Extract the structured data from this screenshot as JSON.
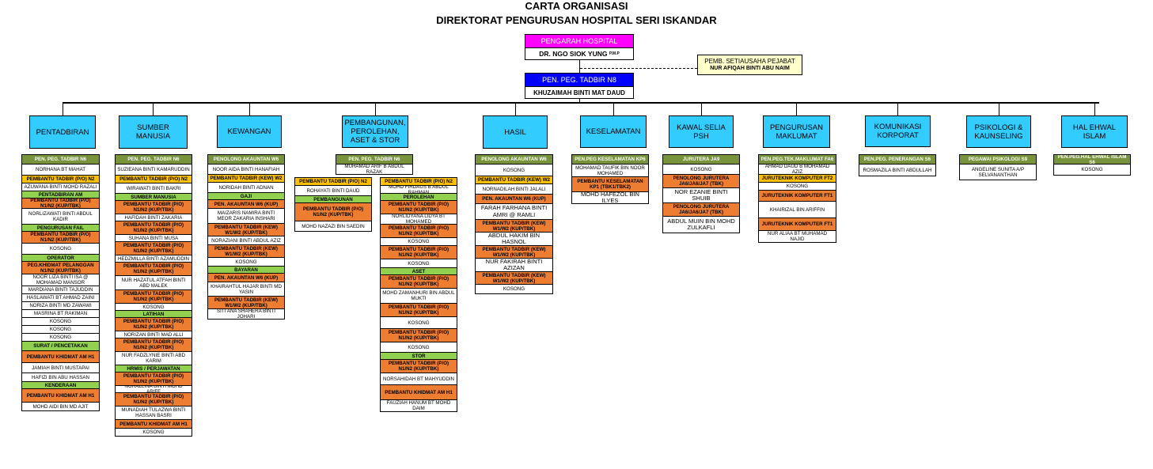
{
  "title": "CARTA ORGANISASI",
  "subtitle": "DIREKTORAT PENGURUSAN HOSPITAL SERI ISKANDAR",
  "top": {
    "director_title": "PENGARAH HOSPITAL",
    "director_name": "DR. NGO SIOK YUNG",
    "director_suffix": "P.M.P",
    "secretary_title": "PEMB. SETIAUSAHA PEJABAT",
    "secretary_name": "NUR AFIQAH BINTI ABU NAIM",
    "admin_title": "PEN. PEG. TADBIR N8",
    "admin_name": "KHUZAIMAH BINTI MAT DAUD"
  },
  "colors": {
    "director": "#ff00ff",
    "admin": "#0000ff",
    "department": "#33ccff",
    "secretary": "#ffffcc",
    "post_dark": "#77933c",
    "post_light": "#92d050",
    "post_yellow": "#ffc000",
    "post_orange": "#ed7d31"
  },
  "departments": [
    {
      "name": "PENTADBIRAN",
      "cells": [
        {
          "t": "PEN. PEG. TADBIR N6",
          "s": "green"
        },
        {
          "t": "NORHANA BT MAHAT",
          "s": "white",
          "h": 15
        },
        {
          "t": "PEMBANTU TADBIR (P/O) N2",
          "s": "yellow"
        },
        {
          "t": "AZUWANA BINTI MOHD RAZALI",
          "s": "white",
          "h": 11
        },
        {
          "t": "PENTADBIRAN AM",
          "s": "lgreen"
        },
        {
          "t": "PEMBANTU TADBIR (P/O) N1/N2 (KUP/TBK)",
          "s": "orange",
          "h": 14
        },
        {
          "t": "NORLIZAWATI BINTI ABDUL KADIR",
          "s": "white",
          "h": 21
        },
        {
          "t": "PENGURUSAN FAIL",
          "s": "lgreen"
        },
        {
          "t": "PEMBANTU TADBIR (P/O) N1/N2 (KUP/TBK)",
          "s": "orange",
          "h": 16
        },
        {
          "t": "KOSONG",
          "s": "white",
          "h": 15
        },
        {
          "t": "OPERATOR",
          "s": "lgreen"
        },
        {
          "t": "PEG.KHIDMAT PELANGGAN N1/N2 (KUP/TBK)",
          "s": "orange",
          "h": 17
        },
        {
          "t": "NOOR LIZA BINTI ISA @ MOHAMAD MANSOR",
          "s": "white",
          "h": 16
        },
        {
          "t": "MARDIANA BINTI TAJUDDIN",
          "s": "white",
          "h": 11
        },
        {
          "t": "HASLAWATI BT AHMAD ZAINI",
          "s": "white",
          "h": 11
        },
        {
          "t": "NORIZA BINTI MD ZAWAWI",
          "s": "white",
          "h": 11
        },
        {
          "t": "MASRINA BT RAKIMAN",
          "s": "white",
          "h": 11
        },
        {
          "t": "KOSONG",
          "s": "white",
          "h": 11
        },
        {
          "t": "KOSONG",
          "s": "white",
          "h": 11
        },
        {
          "t": "KOSONG",
          "s": "white",
          "h": 11
        },
        {
          "t": "SURAT / PENCETAKAN",
          "s": "lgreen",
          "h": 13
        },
        {
          "t": "PEMBANTU KHIDMAT AM H1",
          "s": "orange",
          "h": 16
        },
        {
          "t": "JAMIAH BINTI MUSTAPAI",
          "s": "white",
          "h": 14
        },
        {
          "t": "HAFIZI BIN ABU HASSAN",
          "s": "white",
          "h": 12
        },
        {
          "t": "KENDERAAN",
          "s": "lgreen"
        },
        {
          "t": "PEMBANTU KHIDMAT AM H1",
          "s": "orange",
          "h": 18
        },
        {
          "t": "MOHD AIDI BIN MD AJIT",
          "s": "white",
          "h": 12
        }
      ]
    },
    {
      "name": "SUMBER MANUSIA",
      "cells": [
        {
          "t": "PEN. PEG. TADBIR N6",
          "s": "green"
        },
        {
          "t": "SUZIEANA BINTI KAMARUDDIN",
          "s": "white",
          "h": 15
        },
        {
          "t": "PEMBANTU TADBIR (P/O) N2",
          "s": "yellow"
        },
        {
          "t": "WIRAWATI BINTI BAKRI",
          "s": "white",
          "h": 14
        },
        {
          "t": "SUMBER MANUSIA",
          "s": "lgreen"
        },
        {
          "t": "PEMBANTU TADBIR (P/O) N1/N2 (KUP/TBK)",
          "s": "orange",
          "h": 18
        },
        {
          "t": "HAFIDAH BINTI ZAKARIA",
          "s": "white",
          "h": 10
        },
        {
          "t": "PEMBANTU TADBIR (P/O) N1/N2 (KUP/TBK)",
          "s": "orange",
          "h": 18
        },
        {
          "t": "SUHANA BINTI MUSA",
          "s": "white",
          "h": 10
        },
        {
          "t": "PEMBANTU TADBIR (P/O) N1/N2 (KUP/TBK)",
          "s": "orange",
          "h": 18
        },
        {
          "t": "HEDZMILLA BINTI AZAMUDDIN",
          "s": "white",
          "h": 10
        },
        {
          "t": "PEMBANTU TADBIR (P/O) N1/N2 (KUP/TBK)",
          "s": "orange",
          "h": 18
        },
        {
          "t": "NUR HAZATUL ATFAH BINTI ABD MALEK",
          "s": "white",
          "h": 19
        },
        {
          "t": "PEMBANTU TADBIR (P/O) N1/N2 (KUP/TBK)",
          "s": "orange",
          "h": 18
        },
        {
          "t": "KOSONG",
          "s": "white",
          "h": 10
        },
        {
          "t": "LATIHAN",
          "s": "lgreen"
        },
        {
          "t": "PEMBANTU TADBIR (P/O) N1/N2 (KUP/TBK)",
          "s": "orange",
          "h": 18
        },
        {
          "t": "NORIZAN BINTI MAD ALLI",
          "s": "white",
          "h": 10
        },
        {
          "t": "PEMBANTU TADBIR (P/O) N1/N2 (KUP/TBK)",
          "s": "orange",
          "h": 18
        },
        {
          "t": "NUR FADZLYNIE BINTI ABD KARIM",
          "s": "white",
          "h": 18
        },
        {
          "t": "HRMIS / PERJAWATAN",
          "s": "lgreen"
        },
        {
          "t": "PEMBANTU TADBIR (P/O) N1/N2 (KUP/TBK)",
          "s": "orange",
          "h": 18
        },
        {
          "t": "NORAZLINA BINTI MOHD ARIFF",
          "s": "white",
          "h": 10
        },
        {
          "t": "PEMBANTU TADBIR (P/O) N1/N2 (KUP/TBK)",
          "s": "orange",
          "h": 18
        },
        {
          "t": "MUNADIAH TULAZWA BINTI HASSAN BASRI",
          "s": "white",
          "h": 18
        },
        {
          "t": "PEMBANTU KHIDMAT AM H1",
          "s": "orange",
          "h": 12
        },
        {
          "t": "KOSONG",
          "s": "white",
          "h": 11
        }
      ]
    },
    {
      "name": "KEWANGAN",
      "cells": [
        {
          "t": "PENOLONG AKAUNTAN W6",
          "s": "green"
        },
        {
          "t": "NOOR AIDA BINTI HANAFIAH",
          "s": "white",
          "h": 14
        },
        {
          "t": "PEMBANTU TADBIR (KEW) W2",
          "s": "yellow"
        },
        {
          "t": "NORIDAH BINTI ADNAN",
          "s": "white",
          "h": 14
        },
        {
          "t": "GAJI",
          "s": "lgreen"
        },
        {
          "t": "PEN. AKAUNTAN W6 (KUP)",
          "s": "orange",
          "h": 12
        },
        {
          "t": "MAIZARIS NAMIRA BINTI MEOR ZAKARIA INSHARI",
          "s": "white",
          "h": 20
        },
        {
          "t": "PEMBANTU TADBIR (KEW) W1/W2 (KUP/TBK)",
          "s": "orange",
          "h": 17
        },
        {
          "t": "NORAZIANI BINTI ABDUL AZIZ",
          "s": "white",
          "h": 12
        },
        {
          "t": "PEMBANTU TADBIR (KEW) W1/W2 (KUP/TBK)",
          "s": "orange",
          "h": 17
        },
        {
          "t": "KOSONG",
          "s": "white",
          "h": 12
        },
        {
          "t": "BAYARAN",
          "s": "lgreen"
        },
        {
          "t": "PEN. AKAUNTAN W6 (KUP)",
          "s": "orange",
          "h": 12
        },
        {
          "t": "KHAIRAHTUL HAJAR BINTI MD YASIN",
          "s": "white",
          "h": 19
        },
        {
          "t": "PEMBANTU TADBIR (KEW) W1/W2 (KUP/TBK)",
          "s": "orange",
          "h": 17
        },
        {
          "t": "SITI ANA SHAHERA BINTI JOHARI",
          "s": "white",
          "h": 14
        }
      ]
    },
    {
      "name": "PEMBANGUNAN, PEROLEHAN, ASET & STOR",
      "head": [
        {
          "t": "PEN. PEG. TADBIR N6",
          "s": "green"
        },
        {
          "t": "MUHAMAD ARIF B ABDUL RAZAK",
          "s": "white",
          "h": 14
        }
      ],
      "left": [
        {
          "t": "PEMBANTU TADBIR (P/O) N2",
          "s": "yellow"
        },
        {
          "t": "ROHAYATI BINTI DAUD",
          "s": "white",
          "h": 14
        },
        {
          "t": "PEMBANGUNAN",
          "s": "lgreen"
        },
        {
          "t": "PEMBANTU TADBIR (P/O) N1/N2 (KUP/TBK)",
          "s": "orange",
          "h": 24
        },
        {
          "t": "MOHD NAZAZI BIN SAEDIN",
          "s": "white",
          "h": 14
        }
      ],
      "right": [
        {
          "t": "PEMBANTU TADBIR (P/O) N2",
          "s": "yellow"
        },
        {
          "t": "MOHD FIRDAUS B ABDUL RAHMAN",
          "s": "white",
          "h": 11
        },
        {
          "t": "PEROLEHAN",
          "s": "lgreen"
        },
        {
          "t": "PEMBANTU TADBIR (P/O) N1/N2 (KUP/TBK)",
          "s": "orange",
          "h": 18
        },
        {
          "t": "NORLIDYANA LIDYA BT MOHAMED",
          "s": "white",
          "h": 14
        },
        {
          "t": "PEMBANTU TADBIR (P/O) N1/N2 (KUP/TBK)",
          "s": "orange",
          "h": 18
        },
        {
          "t": "KOSONG",
          "s": "white",
          "h": 11
        },
        {
          "t": "PEMBANTU TADBIR (P/O) N1/N2 (KUP/TBK)",
          "s": "orange",
          "h": 18
        },
        {
          "t": "KOSONG",
          "s": "white",
          "h": 12
        },
        {
          "t": "ASET",
          "s": "lgreen"
        },
        {
          "t": "PEMBANTU TADBIR (P/O) N1/N2 (KUP/TBK)",
          "s": "orange",
          "h": 18
        },
        {
          "t": "MOHD ZAMANHURI BIN ABDUL MUKTI",
          "s": "white",
          "h": 20
        },
        {
          "t": "PEMBANTU TADBIR (P/O) N1/N2 (KUP/TBK)",
          "s": "orange",
          "h": 18
        },
        {
          "t": "KOSONG",
          "s": "white",
          "h": 16
        },
        {
          "t": "PEMBANTU TADBIR (P/O) N1/N2 (KUP/TBK)",
          "s": "orange",
          "h": 18
        },
        {
          "t": "KOSONG",
          "s": "white",
          "h": 14
        },
        {
          "t": "STOR",
          "s": "lgreen"
        },
        {
          "t": "PEMBANTU TADBIR (P/O) N1/N2 (KUP/TBK)",
          "s": "orange",
          "h": 18
        },
        {
          "t": "NORSAHIDAH BT MAHYUDDIN",
          "s": "white",
          "h": 16
        },
        {
          "t": "PEMBANTU KHIDMAT AM H1",
          "s": "orange",
          "h": 20
        },
        {
          "t": "FAUZIAH HANUM BT MOHD DAIM",
          "s": "white",
          "h": 16
        }
      ]
    },
    {
      "name": "HASIL",
      "cells": [
        {
          "t": "PENOLONG AKAUNTAN W6",
          "s": "green"
        },
        {
          "t": "KOSONG",
          "s": "white",
          "h": 16
        },
        {
          "t": "PEMBANTU TADBIR (KEW) W2",
          "s": "yellow"
        },
        {
          "t": "NORNADILAH BINTI JALALI",
          "s": "white",
          "h": 14
        },
        {
          "t": "PEN. AKAUNTAN W6 (KUP)",
          "s": "orange",
          "h": 13
        },
        {
          "t": "FARAH FARHANA BINTI AMRI @ RAMLI",
          "s": "white",
          "h": 21,
          "big": true
        },
        {
          "t": "PEMBANTU TADBIR (KEW) W1/W2 (KUP/TBK)",
          "s": "orange",
          "h": 17
        },
        {
          "t": "ABDUL HAKIM BIN HASNOL",
          "s": "white",
          "h": 18,
          "big": true
        },
        {
          "t": "PEMBANTU TADBIR (KEW) W1/W2 (KUP/TBK)",
          "s": "orange",
          "h": 17
        },
        {
          "t": "NUR FAKIRAH BINTI AZIZAN",
          "s": "white",
          "h": 18,
          "big": true
        },
        {
          "t": "PEMBANTU TADBIR (KEW) W1/W2 (KUP/TBK)",
          "s": "orange",
          "h": 17
        },
        {
          "t": "KOSONG",
          "s": "white",
          "h": 13
        }
      ]
    },
    {
      "name": "KESELAMATAN",
      "cells": [
        {
          "t": "PEN.PEG KESELAMATAN KP6",
          "s": "green"
        },
        {
          "t": "MOHAMAD TAUFIK BIN NOOR MOHAMED",
          "s": "white",
          "h": 17
        },
        {
          "t": "PEMBANTU KESELAMATAN KP1 (TBK1/TBK2)",
          "s": "orange",
          "h": 20
        },
        {
          "t": "MOHD HAFEZOL BIN ILYES",
          "s": "white",
          "h": 16,
          "big": true
        }
      ]
    },
    {
      "name": "KAWAL SELIA PSH",
      "cells": [
        {
          "t": "JURUTERA JA9",
          "s": "green"
        },
        {
          "t": "KOSONG",
          "s": "white",
          "h": 14
        },
        {
          "t": "PENOLONG JURUTERA JA6/JA6/JA7 (TBK)",
          "s": "orange",
          "h": 18
        },
        {
          "t": "NOR EZANIE BINTI SHUIB",
          "s": "white",
          "h": 20,
          "big": true
        },
        {
          "t": "PENOLONG JURUTERA JA6/JA6/JA7 (TBK)",
          "s": "orange",
          "h": 18
        },
        {
          "t": "ABDUL MUIN BIN MOHD ZULKAFLI",
          "s": "white",
          "h": 22,
          "big": true
        }
      ]
    },
    {
      "name": "PENGURUSAN MAKLUMAT",
      "cells": [
        {
          "t": "PEN.PEG.TEK.MAKLUMAT FA6",
          "s": "green"
        },
        {
          "t": "AHMAD DAUD B MOHAMAD AZIZ",
          "s": "white",
          "h": 14
        },
        {
          "t": "JURUTEKNIK KOMPUTER FT2",
          "s": "yellow"
        },
        {
          "t": "KOSONG",
          "s": "white",
          "h": 11
        },
        {
          "t": "JURUTEKNIK KOMPUTER FT1",
          "s": "orange",
          "h": 15
        },
        {
          "t": "KHAIRIZAL BIN ARIFFIN",
          "s": "white",
          "h": 22
        },
        {
          "t": "JURUTEKNIK KOMPUTER FT1",
          "s": "orange",
          "h": 17
        },
        {
          "t": "NUR ALIAA BT MUHAMAD NAJID",
          "s": "white",
          "h": 16
        }
      ]
    },
    {
      "name": "KOMUNIKASI KORPORAT",
      "cells": [
        {
          "t": "PEN.PEG. PENERANGAN S6",
          "s": "green"
        },
        {
          "t": "ROSMAZILA BINTI ABDULLAH",
          "s": "white",
          "h": 16
        }
      ]
    },
    {
      "name": "PSIKOLOGI & KAUNSELING",
      "cells": [
        {
          "t": "PEGAWAI PSIKOLOGI S9",
          "s": "green"
        },
        {
          "t": "ANGELINE SUNITA A/P SELVANANTHAN",
          "s": "white",
          "h": 21
        }
      ]
    },
    {
      "name": "HAL EHWAL ISLAM",
      "cells": [
        {
          "t": "PEN.PEG.HAL EHWAL ISLAM S6",
          "s": "green"
        },
        {
          "t": "KOSONG",
          "s": "white",
          "h": 15
        }
      ]
    }
  ]
}
